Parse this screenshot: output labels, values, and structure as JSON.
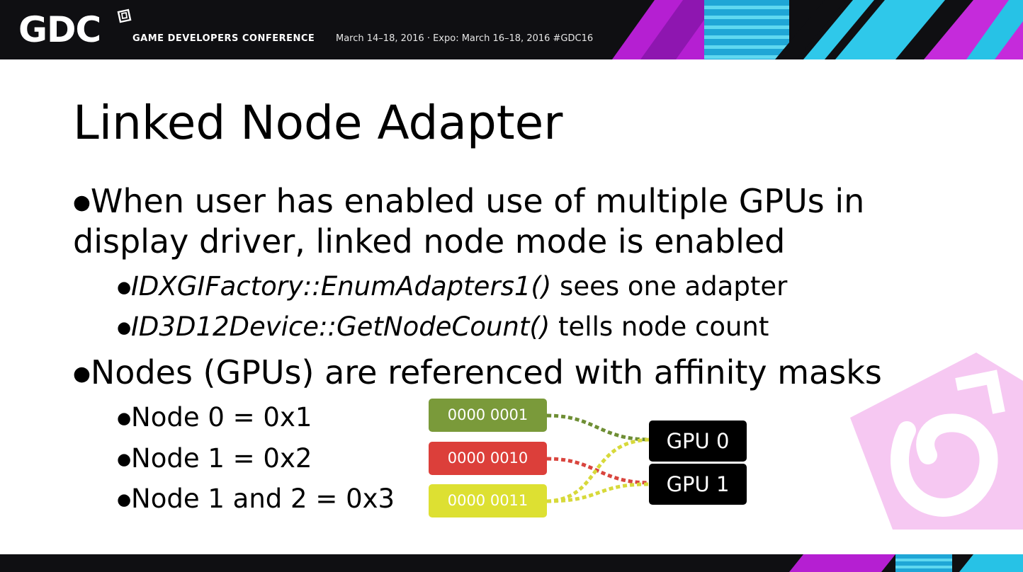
{
  "header": {
    "logo_text": "GDC",
    "conference_name": "GAME DEVELOPERS CONFERENCE",
    "dates": "March 14–18, 2016 · Expo: March 16–18, 2016  #GDC16"
  },
  "slide": {
    "title": "Linked Node Adapter",
    "bullets": [
      {
        "line1": "When user has enabled use of multiple GPUs in",
        "line2": "display driver, linked node mode is enabled",
        "subs": [
          {
            "code": "IDXGIFactory::EnumAdapters1()",
            "text": " sees one adapter"
          },
          {
            "code": "ID3D12Device::GetNodeCount()",
            "text": " tells node count"
          }
        ]
      },
      {
        "line1": "Nodes (GPUs) are referenced with affinity masks",
        "subs": [
          {
            "text": "Node 0 = 0x1"
          },
          {
            "text": "Node 1 = 0x2"
          },
          {
            "text": "Node 1 and 2 = 0x3"
          }
        ]
      }
    ]
  },
  "diagram": {
    "masks": [
      {
        "label": "0000 0001",
        "color": "#7a9a3a"
      },
      {
        "label": "0000 0010",
        "color": "#dc3f3a"
      },
      {
        "label": "0000 0011",
        "color": "#dde032"
      }
    ],
    "gpus": [
      {
        "label": "GPU 0"
      },
      {
        "label": "GPU 1"
      }
    ],
    "line_colors": {
      "green": "#6e8e34",
      "red": "#d9453e",
      "yellow": "#d7d93a"
    }
  },
  "colors": {
    "header_bg": "#0f0f12",
    "accent_purple": "#b51fd2",
    "accent_cyan": "#27c2e6",
    "watermark_pink": "#f6c8f2"
  }
}
